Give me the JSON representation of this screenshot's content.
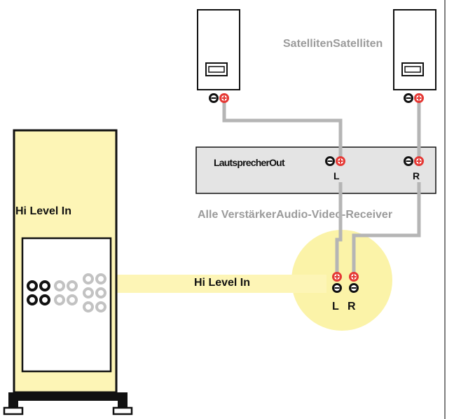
{
  "labels": {
    "satellites": "SatellitenSatelliten",
    "speaker_out": "LautsprecherOut",
    "amplifier": "Alle VerstärkerAudio-Video-Receiver",
    "sub_hi_level": "Hi Level In",
    "cable_hi_level": "Hi Level In",
    "amp_left_channel": "L",
    "amp_right_channel": "R",
    "sub_left_channel": "L",
    "sub_right_channel": "R"
  },
  "colors": {
    "subwoofer_fill": "#fdf5b6",
    "hi_level_cable": "#fdf5b6",
    "connection_zone": "#fbf3a8",
    "amplifier_fill": "#e4e4e4",
    "speaker_wire": "#b5b5b5",
    "terminal_positive": "#e53935",
    "terminal_negative": "#111111",
    "muted_text": "#9b9b9b"
  }
}
